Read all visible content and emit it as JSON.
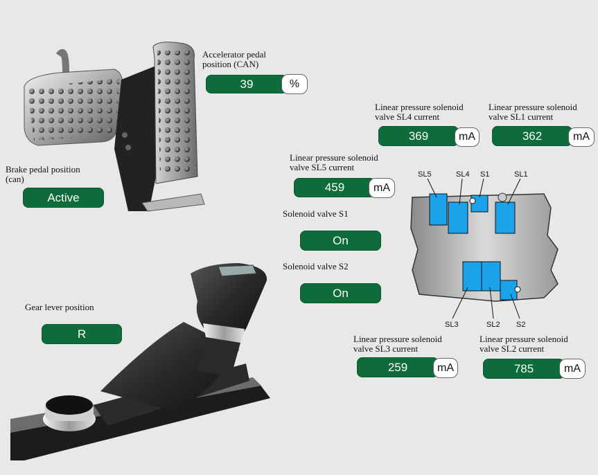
{
  "accelerator": {
    "label": "Accelerator pedal position (CAN)",
    "value": "39",
    "unit": "%"
  },
  "brake": {
    "label": "Brake pedal position (can)",
    "value": "Active"
  },
  "gear": {
    "label": "Gear lever position",
    "value": "R"
  },
  "sl4": {
    "label": "Linear pressure solenoid valve SL4 current",
    "value": "369",
    "unit": "mA"
  },
  "sl1": {
    "label": "Linear pressure solenoid valve SL1 current",
    "value": "362",
    "unit": "mA"
  },
  "sl5": {
    "label": "Linear pressure solenoid valve SL5 current",
    "value": "459",
    "unit": "mA"
  },
  "s1": {
    "label": "Solenoid valve S1",
    "value": "On"
  },
  "s2": {
    "label": "Solenoid valve S2",
    "value": "On"
  },
  "sl3": {
    "label": "Linear pressure solenoid valve SL3 current",
    "value": "259",
    "unit": "mA"
  },
  "sl2": {
    "label": "Linear pressure solenoid valve SL2 current",
    "value": "785",
    "unit": "mA"
  },
  "diagram": {
    "labels": {
      "sl5": "SL5",
      "sl4": "SL4",
      "s1": "S1",
      "sl1": "SL1",
      "sl3": "SL3",
      "sl2": "SL2",
      "s2": "S2"
    },
    "valve_color": "#1aa3ea"
  },
  "colors": {
    "pill": "#0e6b3a",
    "background": "#e8e8e8"
  }
}
